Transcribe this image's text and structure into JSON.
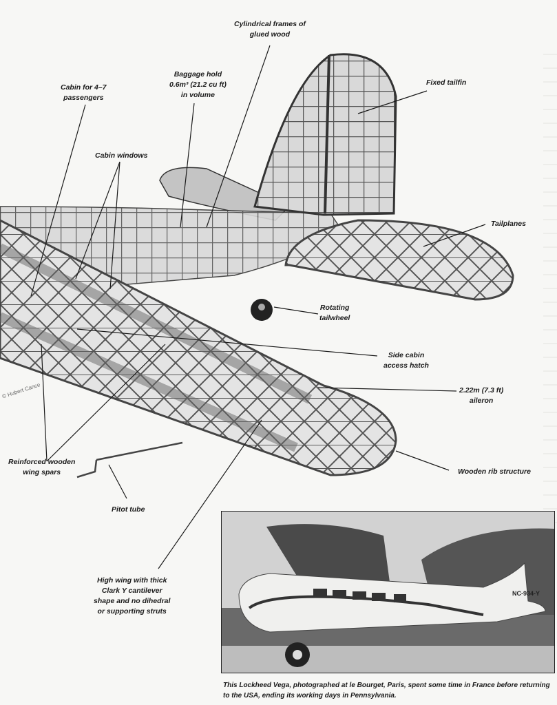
{
  "diagram": {
    "subject": "Lockheed Vega cutaway",
    "credit": "© Hubert Cance",
    "labels": {
      "frames": [
        "Cylindrical frames of",
        "glued wood"
      ],
      "cabin": [
        "Cabin for 4–7",
        "passengers"
      ],
      "baggage": [
        "Baggage hold",
        "0.6m³ (21.2 cu ft)",
        "in volume"
      ],
      "tailfin": "Fixed tailfin",
      "windows": "Cabin windows",
      "tailplanes": "Tailplanes",
      "tailwheel": [
        "Rotating",
        "tailwheel"
      ],
      "hatch": [
        "Side cabin",
        "access hatch"
      ],
      "aileron": [
        "2.22m (7.3 ft)",
        "aileron"
      ],
      "spars": [
        "Reinforced wooden",
        "wing spars"
      ],
      "ribs": "Wooden rib structure",
      "pitot": "Pitot tube",
      "wing": [
        "High wing with thick",
        "Clark Y cantilever",
        "shape and no dihedral",
        "or supporting struts"
      ]
    }
  },
  "photo": {
    "registration": "NC-934-Y",
    "caption": "This Lockheed Vega, photographed at le Bourget, Paris, spent some time in France before returning to the USA, ending its working days in Pennsylvania."
  }
}
